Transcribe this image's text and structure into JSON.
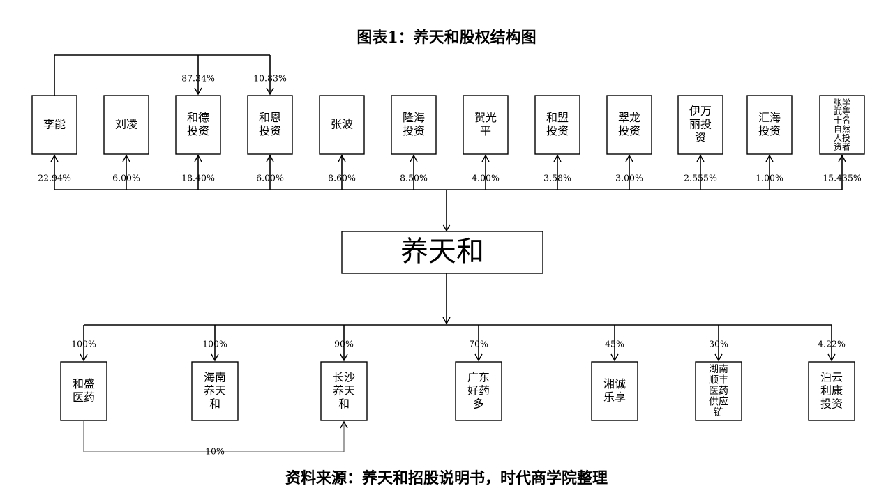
{
  "title": "图表1：养天和股权结构图",
  "source": "资料来源：养天和招股说明书，时代商学院整理",
  "center": {
    "name": "养天和"
  },
  "indirect": [
    {
      "label": "87.34%",
      "target": 2
    },
    {
      "label": "10.83%",
      "target": 3
    }
  ],
  "shareholders": [
    {
      "lines": [
        "李能"
      ],
      "pct": "22.94%"
    },
    {
      "lines": [
        "刘凌"
      ],
      "pct": "6.00%"
    },
    {
      "lines": [
        "和德",
        "投资"
      ],
      "pct": "18.40%"
    },
    {
      "lines": [
        "和恩",
        "投资"
      ],
      "pct": "6.00%"
    },
    {
      "lines": [
        "张波"
      ],
      "pct": "8.60%"
    },
    {
      "lines": [
        "隆海",
        "投资"
      ],
      "pct": "8.50%"
    },
    {
      "lines": [
        "贺光",
        "平"
      ],
      "pct": "4.00%"
    },
    {
      "lines": [
        "和盟",
        "投资"
      ],
      "pct": "3.58%"
    },
    {
      "lines": [
        "翠龙",
        "投资"
      ],
      "pct": "3.00%"
    },
    {
      "lines": [
        "伊万",
        "丽投",
        "资"
      ],
      "pct": "2.555%"
    },
    {
      "lines": [
        "汇海",
        "投资"
      ],
      "pct": "1.00%"
    },
    {
      "lines": [
        "张学",
        "武等",
        "十名",
        "自然",
        "人投",
        "资者"
      ],
      "pct": "15.435%",
      "vertical_pairs": true
    }
  ],
  "subsidiaries": [
    {
      "lines": [
        "和盛",
        "医药"
      ],
      "pct": "100%"
    },
    {
      "lines": [
        "海南",
        "养天",
        "和"
      ],
      "pct": "100%"
    },
    {
      "lines": [
        "长沙",
        "养天",
        "和"
      ],
      "pct": "90%"
    },
    {
      "lines": [
        "广东",
        "好药",
        "多"
      ],
      "pct": "70%"
    },
    {
      "lines": [
        "湘诚",
        "乐享"
      ],
      "pct": "45%"
    },
    {
      "lines": [
        "湖南",
        "顺丰",
        "医药",
        "供应",
        "链"
      ],
      "pct": "30%"
    },
    {
      "lines": [
        "泊云",
        "利康",
        "投资"
      ],
      "pct": "4.22%"
    }
  ],
  "cross_holding": {
    "from": 0,
    "to": 2,
    "label": "10%"
  }
}
